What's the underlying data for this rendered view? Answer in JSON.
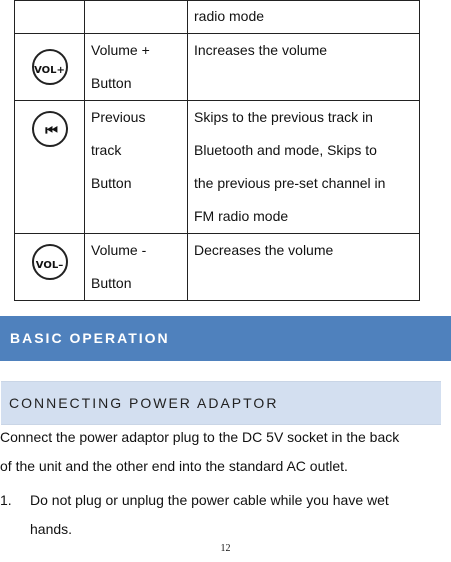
{
  "table": {
    "top_row": {
      "desc": "radio mode"
    },
    "rows": [
      {
        "icon": "volume-plus-icon",
        "icon_text": "VOL+",
        "name": [
          "Volume +",
          "Button"
        ],
        "desc": [
          "Increases the volume"
        ]
      },
      {
        "icon": "previous-track-icon",
        "icon_text": "⏮",
        "name": [
          "Previous",
          "track",
          "Button"
        ],
        "desc": [
          "Skips to the previous track in",
          "Bluetooth and mode, Skips to",
          "the previous pre-set channel in",
          "FM radio mode"
        ]
      },
      {
        "icon": "volume-minus-icon",
        "icon_text": "VOL–",
        "name": [
          "Volume -",
          "Button"
        ],
        "desc": [
          "Decreases the volume"
        ]
      }
    ]
  },
  "section_heading": "BASIC OPERATION",
  "subsection_heading": "CONNECTING POWER ADAPTOR",
  "paragraph": [
    "Connect the power adaptor plug to the DC 5V socket in the back",
    "of the unit and the other end into the standard AC outlet."
  ],
  "list": [
    {
      "number": "1.",
      "lines": [
        "Do not plug or unplug the power cable while you have wet",
        "hands."
      ]
    }
  ],
  "page_number": "12"
}
